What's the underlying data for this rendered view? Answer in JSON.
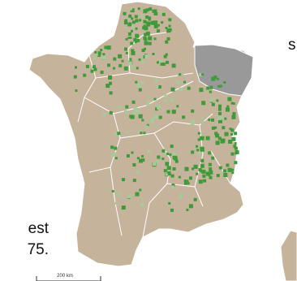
{
  "fragments": {
    "top_right": "s",
    "bottom_left_1": "est",
    "bottom_left_2": "75."
  },
  "scale_bar": {
    "label": "200 km"
  },
  "colors": {
    "land": "#c6b39b",
    "borders": "#ffffff",
    "excluded_region": "#999999",
    "site_dark": "#3f9a3a",
    "site_light": "#a8c99a"
  }
}
